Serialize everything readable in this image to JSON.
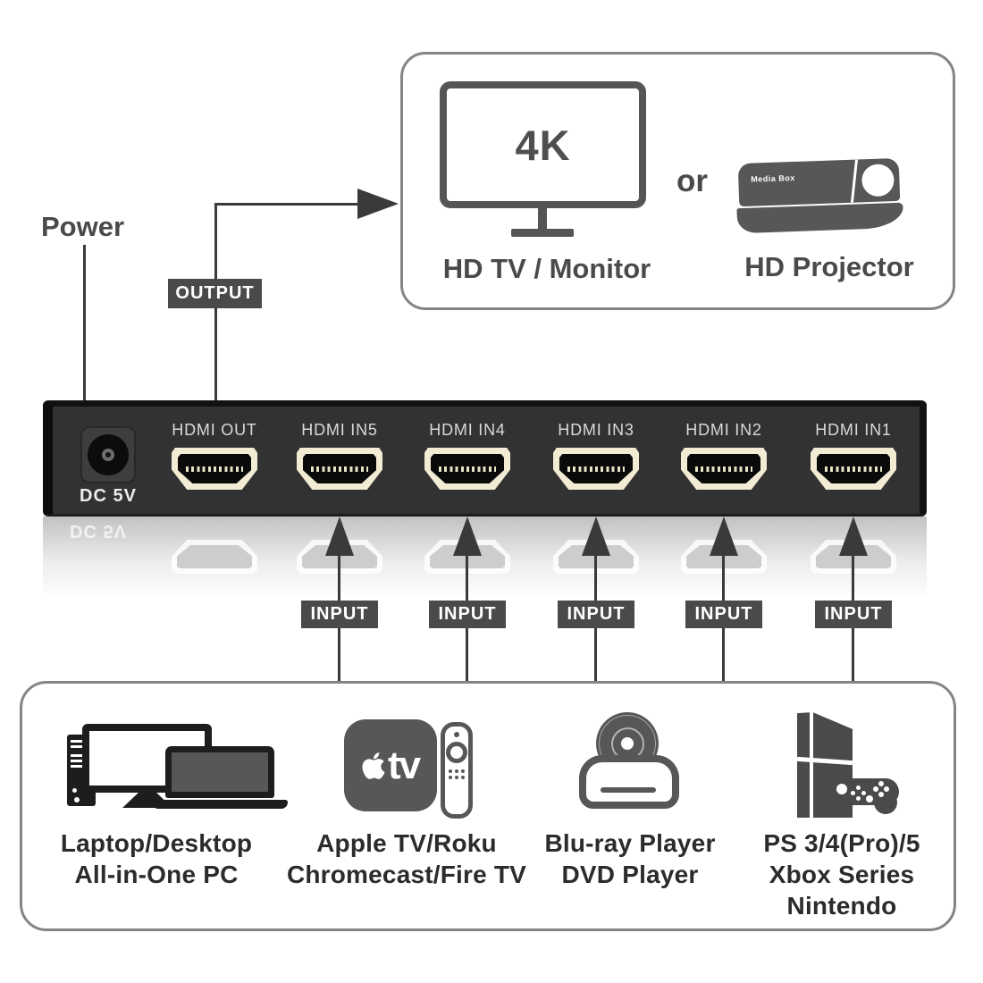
{
  "top": {
    "power_label": "Power",
    "output_label": "OUTPUT",
    "box": {
      "screen_text": "4K",
      "tv_caption": "HD TV / Monitor",
      "or_text": "or",
      "projector_brand": "Media Box",
      "projector_caption": "HD Projector"
    }
  },
  "device": {
    "dc_label": "DC 5V",
    "ports": [
      {
        "label": "HDMI OUT"
      },
      {
        "label": "HDMI IN5"
      },
      {
        "label": "HDMI IN4"
      },
      {
        "label": "HDMI IN3"
      },
      {
        "label": "HDMI IN2"
      },
      {
        "label": "HDMI IN1"
      }
    ]
  },
  "inputs": [
    {
      "label": "INPUT"
    },
    {
      "label": "INPUT"
    },
    {
      "label": "INPUT"
    },
    {
      "label": "INPUT"
    },
    {
      "label": "INPUT"
    }
  ],
  "sources": [
    {
      "name": "laptop-desktop-pc",
      "lines": [
        "Laptop/Desktop",
        "All-in-One PC"
      ]
    },
    {
      "name": "streaming-devices",
      "lines": [
        "Apple TV/Roku",
        "Chromecast/Fire TV"
      ]
    },
    {
      "name": "disc-players",
      "lines": [
        "Blu-ray Player",
        "DVD Player"
      ]
    },
    {
      "name": "game-consoles",
      "lines": [
        "PS 3/4(Pro)/5",
        "Xbox Series",
        "Nintendo"
      ]
    }
  ],
  "icons": {
    "apple_tv_text": "tv"
  },
  "colors": {
    "panel": "#323232",
    "hdmi_outline": "#f1ecd3",
    "connector_line": "#3a3a3a",
    "badge_bg": "#4a4a4a",
    "icon_gray": "#575757",
    "caption_text": "#2b2b2b",
    "heading_text": "#4a4a4a"
  }
}
